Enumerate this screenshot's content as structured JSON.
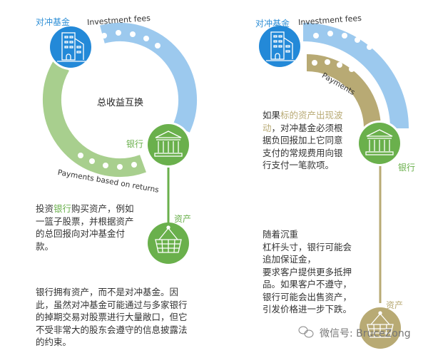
{
  "left": {
    "fund_label": "对冲基金",
    "fees_label": "Investment fees",
    "center_title": "总收益互换",
    "bank_label": "银行",
    "returns_label": "Payments based on returns",
    "asset_label": "资产",
    "para1_prefix": "投资",
    "para1_highlight": "银行",
    "para1_rest": "购买资产，例如一篮子股票，并根据资产的总回报向对冲基金付款。",
    "para2": "银行拥有资产，而不是对冲基金。因此，虽然对冲基金可能通过与多家银行的掉期交易对股票进行大量敞口，但它不受非常大的股东会遵守的信息披露法的约束。"
  },
  "right": {
    "fund_label": "对冲基金",
    "fees_label": "Investment fees",
    "payments_label": "Payments",
    "bank_label": "银行",
    "asset_label": "资产",
    "para1_prefix": "如果",
    "para1_highlight": "标的资产出现波动",
    "para1_rest": "，对冲基金必须根据负回报加上它同意支付的常规费用向银行支付一笔款项。",
    "para2_lines": [
      "随着沉重",
      "杠杆头寸，银行可能会",
      "追加保证金，",
      "要求客户提供更多抵押",
      "品。如果客户不遵守，",
      "银行可能会出售资产，",
      "引发价格进一步下跌。"
    ]
  },
  "watermark": "微信号: BruceZong",
  "colors": {
    "blue": "#2f8fd6",
    "light_blue": "#9cc9ee",
    "green": "#6ab04c",
    "light_green": "#a8cf8e",
    "tan": "#b8aa74"
  }
}
